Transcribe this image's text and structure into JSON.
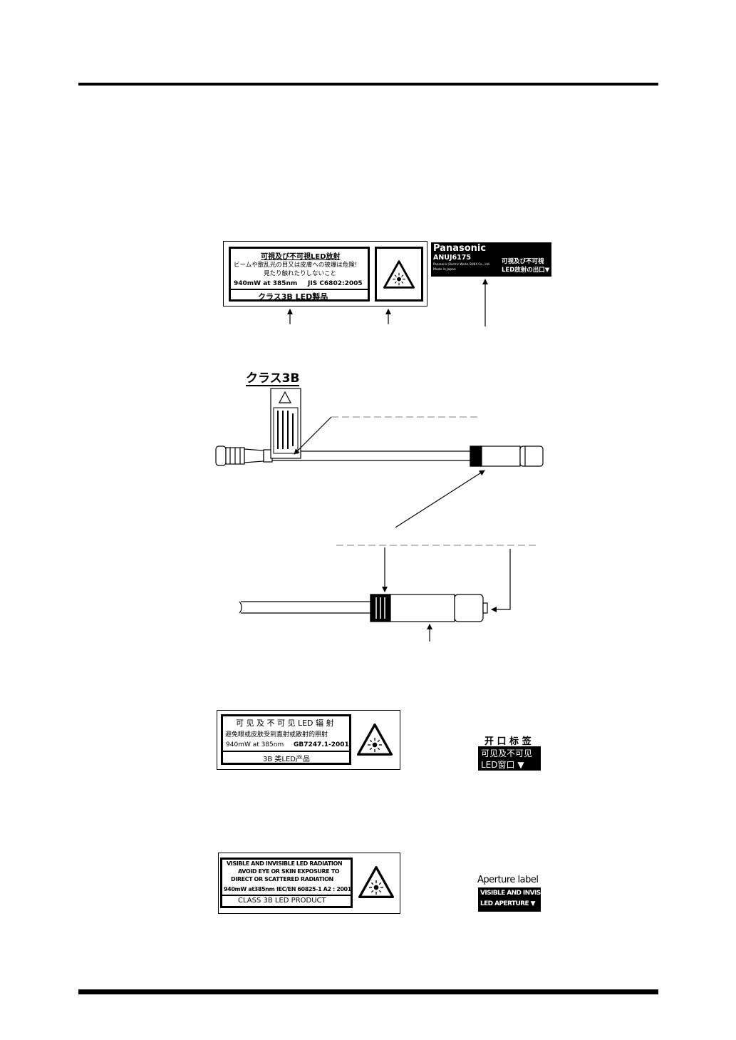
{
  "jp_label": {
    "line1": "可視及び不可視LED放射",
    "line2": "ビームや散乱光の目又は皮膚への被爆は危険!",
    "line3": "見たり触れたりしないこと",
    "power": "940mW at 385nm",
    "standard": "JIS C6802:2005",
    "class": "クラス3B LED製品"
  },
  "panasonic_label": {
    "brand": "Panasonic",
    "model": "ANUJ6175",
    "maker": "Panasonic Electric Works SUNX Co., Ltd.",
    "origin": "Made in Japan",
    "aperture_line1": "可視及び不可視",
    "aperture_line2": "LED放射の出口▼"
  },
  "diagram": {
    "class_label": "クラス3B"
  },
  "cn_label": {
    "line1": "可 见 及 不 可 见 LED 辐 射",
    "line2": "避免眼或皮肤受到直射或散射的照射",
    "power": "940mW at 385nm",
    "standard": "GB7247.1-2001",
    "class": "3B 类LED产品",
    "aperture_title": "开 口 标 签",
    "aperture_line1": "可见及不可见",
    "aperture_line2": "LED窗口 ▼"
  },
  "en_label": {
    "line1": "VISIBLE AND INVISIBLE LED RADIATION",
    "line2": "AVOID EYE OR SKIN EXPOSURE TO",
    "line3": "DIRECT OR SCATTERED RADIATION",
    "power": "940mW at385nm",
    "standard": "IEC/EN 60825-1 A2 : 2001",
    "class": "CLASS 3B LED PRODUCT",
    "aperture_title": "Aperture label",
    "aperture_line1": "VISIBLE AND INVISIBLE",
    "aperture_line2": "LED APERTURE ▼"
  }
}
